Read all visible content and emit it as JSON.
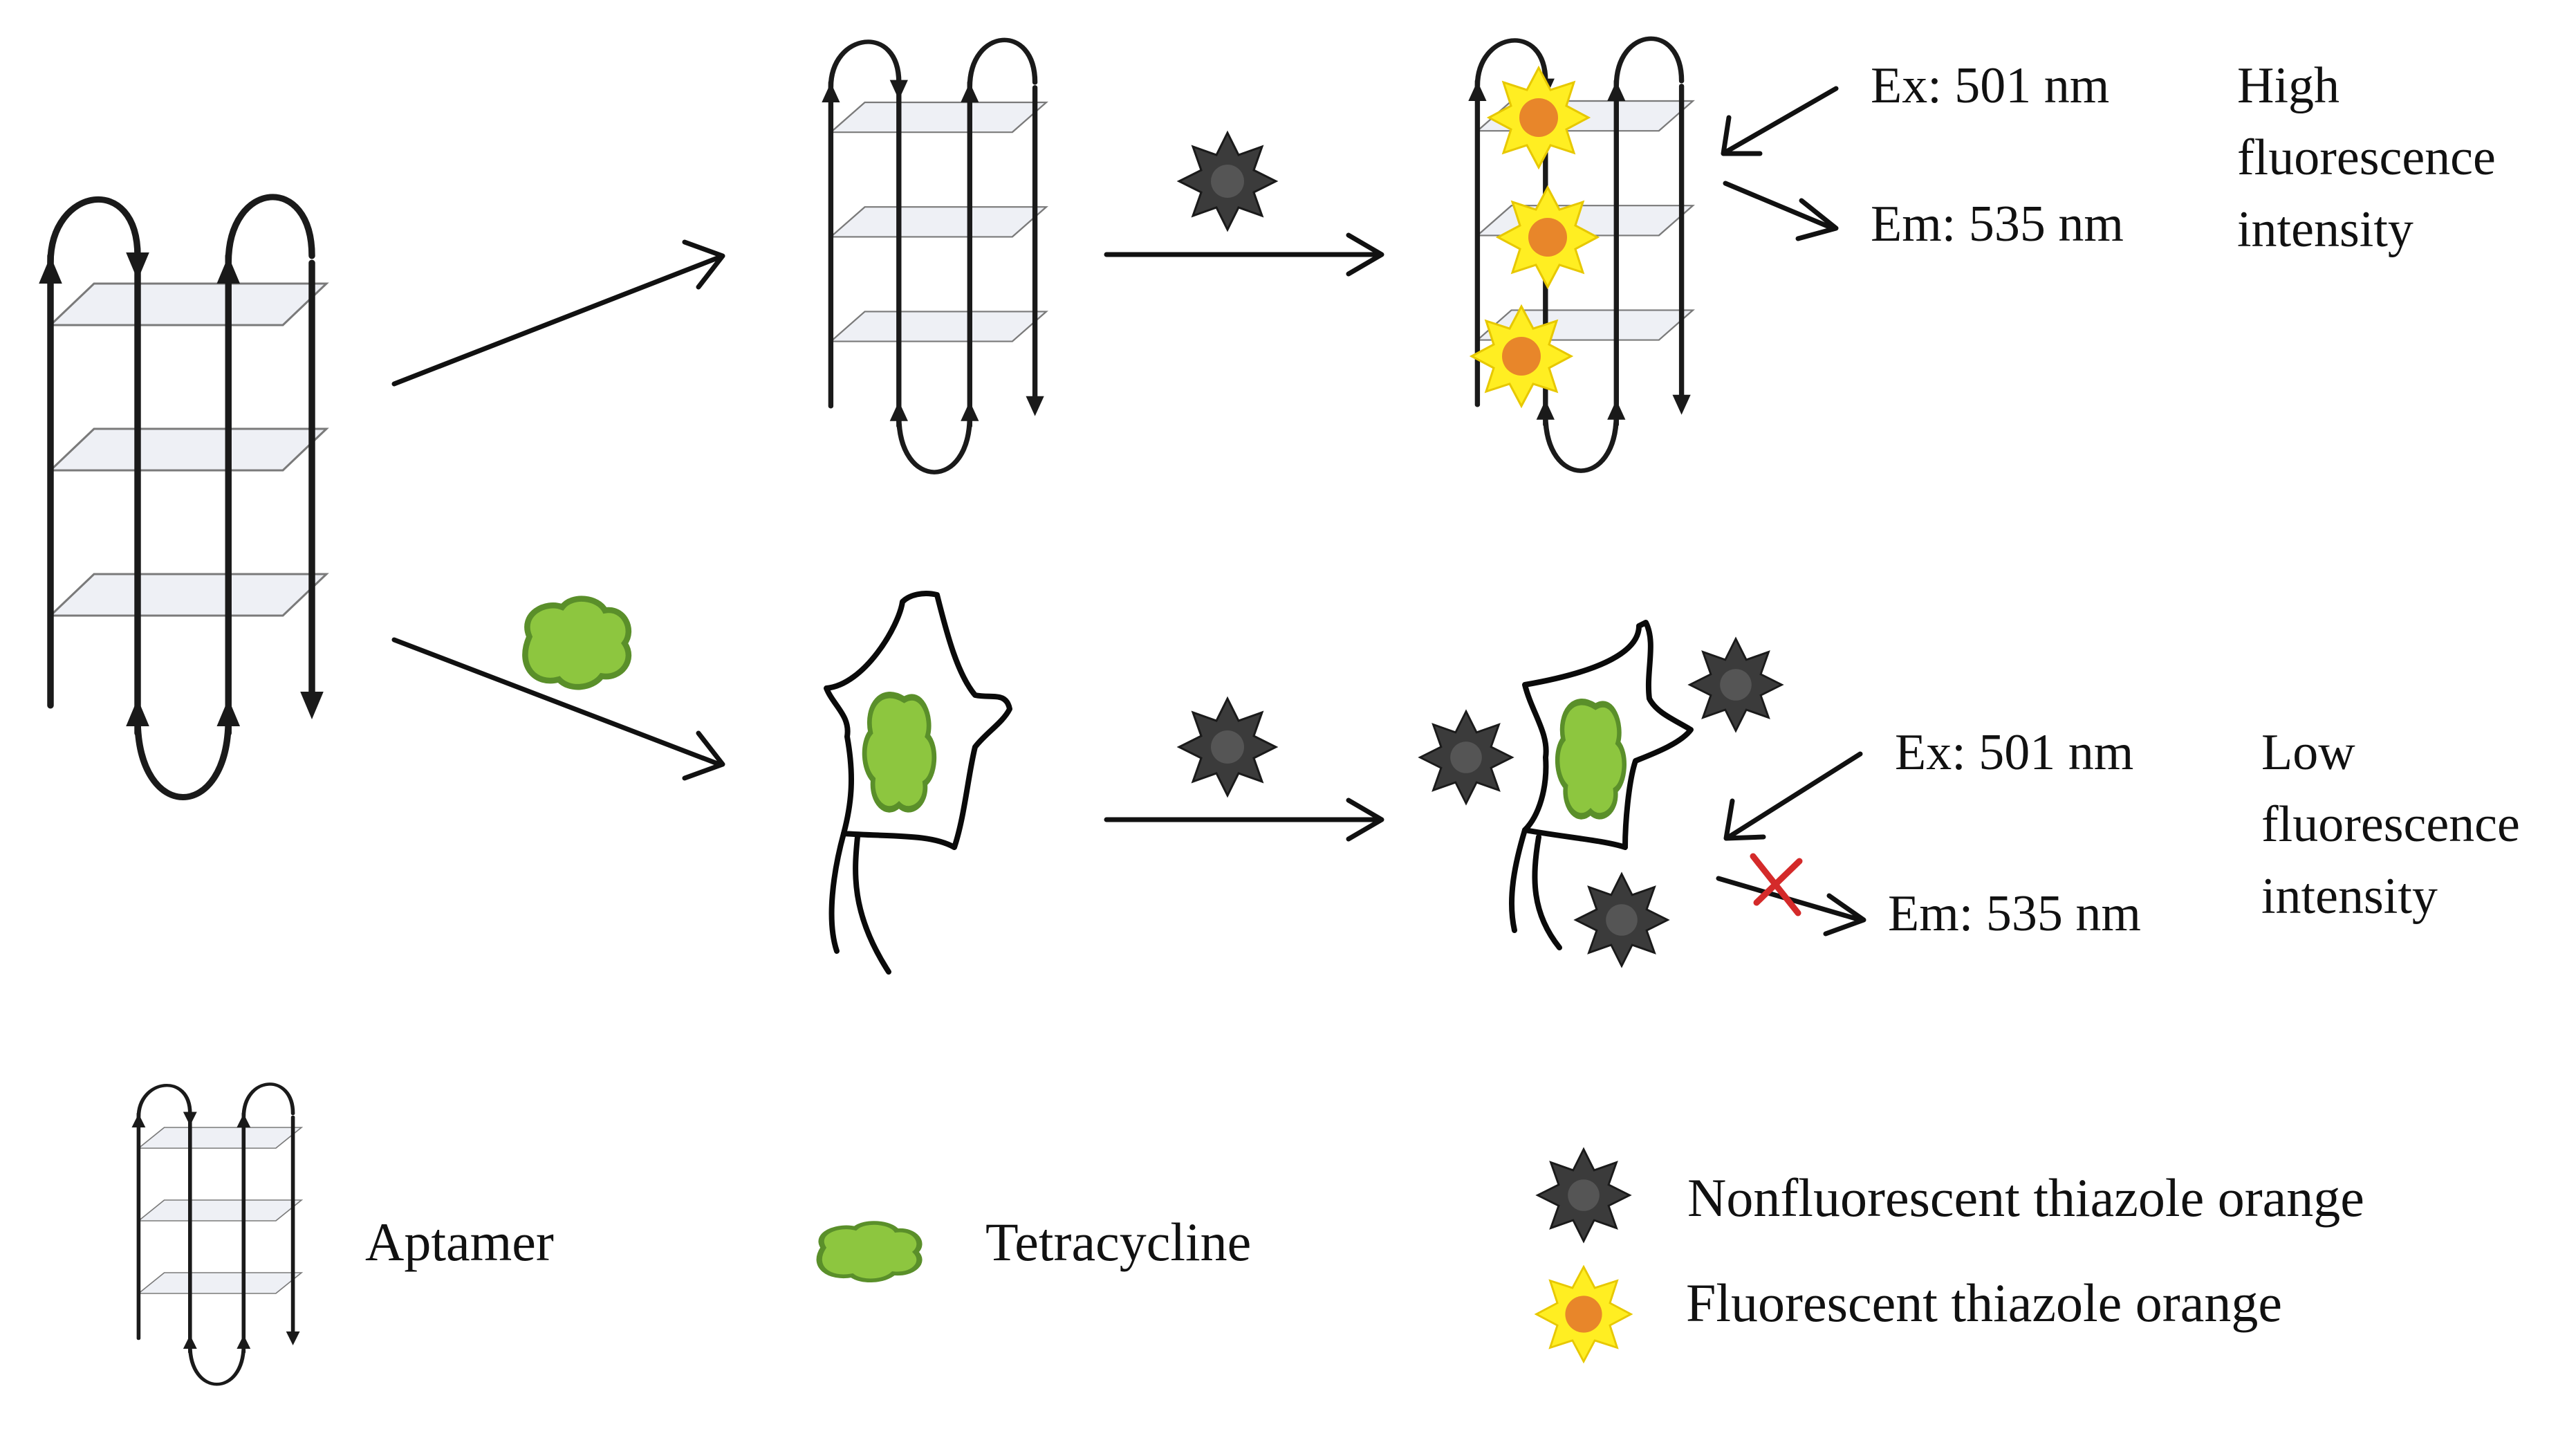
{
  "colors": {
    "dark_star": "#3b3b3b",
    "yellow_star": "#ffee22",
    "orange_core": "#e8862a",
    "tetracycline_fill": "#8dc63f",
    "tetracycline_outline": "#5a8f2a",
    "blocked_mark": "#d42a2a"
  },
  "upper_branch": {
    "excitation": "Ex: 501 nm",
    "emission": "Em: 535 nm",
    "result_line1": "High",
    "result_line2": "fluorescence",
    "result_line3": "intensity"
  },
  "lower_branch": {
    "excitation": "Ex: 501 nm",
    "emission": "Em: 535 nm",
    "result_line1": "Low",
    "result_line2": "fluorescence",
    "result_line3": "intensity"
  },
  "legend": {
    "aptamer": "Aptamer",
    "tetracycline": "Tetracycline",
    "nonfluorescent": "Nonfluorescent thiazole orange",
    "fluorescent": "Fluorescent thiazole orange"
  },
  "icons": [
    "g-quadruplex-aptamer-icon",
    "tetracycline-icon",
    "nonfluorescent-to-star-icon",
    "fluorescent-to-star-icon",
    "blocked-emission-cross-icon"
  ]
}
